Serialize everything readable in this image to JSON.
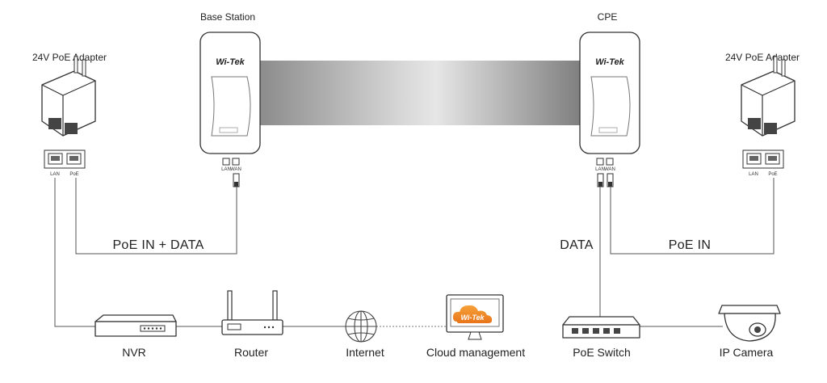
{
  "devices": {
    "base_station": "Base Station",
    "cpe": "CPE",
    "adapter_left": "24V PoE Adapter",
    "adapter_right": "24V PoE Adapter",
    "nvr": "NVR",
    "router": "Router",
    "internet": "Internet",
    "cloud": "Cloud management",
    "poe_switch": "PoE Switch",
    "ip_camera": "IP Camera"
  },
  "ports": {
    "lan": "LAN",
    "poe": "PoE",
    "wan": "WAN"
  },
  "links": {
    "left_cable": "PoE IN + DATA",
    "right_data": "DATA",
    "right_poe": "PoE IN"
  },
  "brand": {
    "logo_text": "Wi-Tek"
  },
  "colors": {
    "cloud_orange": "#f08a1e",
    "line": "#555555"
  }
}
